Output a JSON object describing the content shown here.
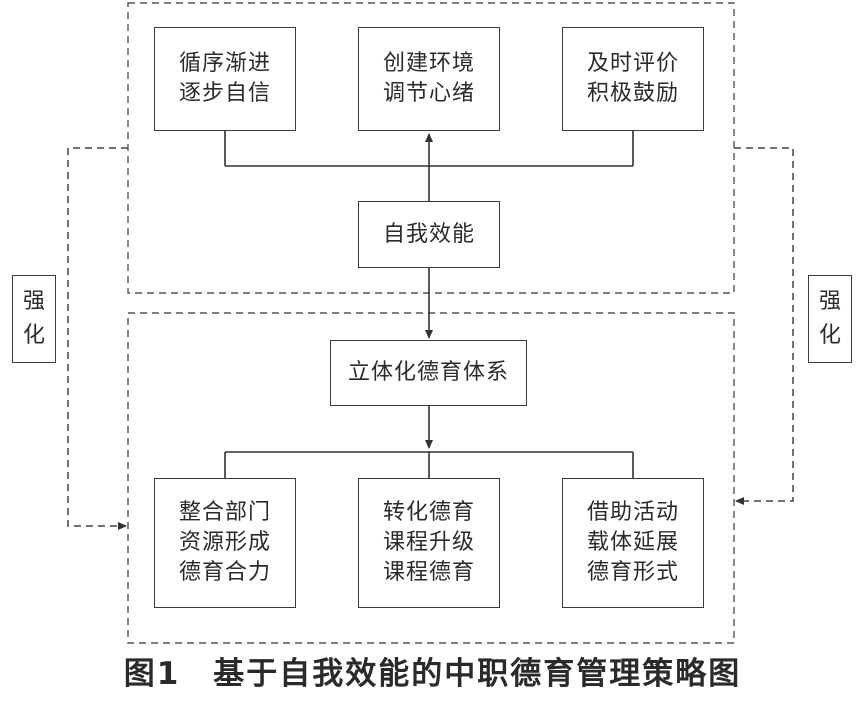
{
  "top_group": {
    "boxes": [
      {
        "line1": "循序渐进",
        "line2": "逐步自信"
      },
      {
        "line1": "创建环境",
        "line2": "调节心绪"
      },
      {
        "line1": "及时评价",
        "line2": "积极鼓励"
      }
    ],
    "center": "自我效能"
  },
  "bottom_group": {
    "center": "立体化德育体系",
    "boxes": [
      {
        "line1": "整合部门",
        "line2": "资源形成",
        "line3": "德育合力"
      },
      {
        "line1": "转化德育",
        "line2": "课程升级",
        "line3": "课程德育"
      },
      {
        "line1": "借助活动",
        "line2": "载体延展",
        "line3": "德育形式"
      }
    ]
  },
  "side_labels": {
    "left": {
      "char1": "强",
      "char2": "化"
    },
    "right": {
      "char1": "强",
      "char2": "化"
    }
  },
  "caption": "图1　基于自我效能的中职德育管理策略图"
}
